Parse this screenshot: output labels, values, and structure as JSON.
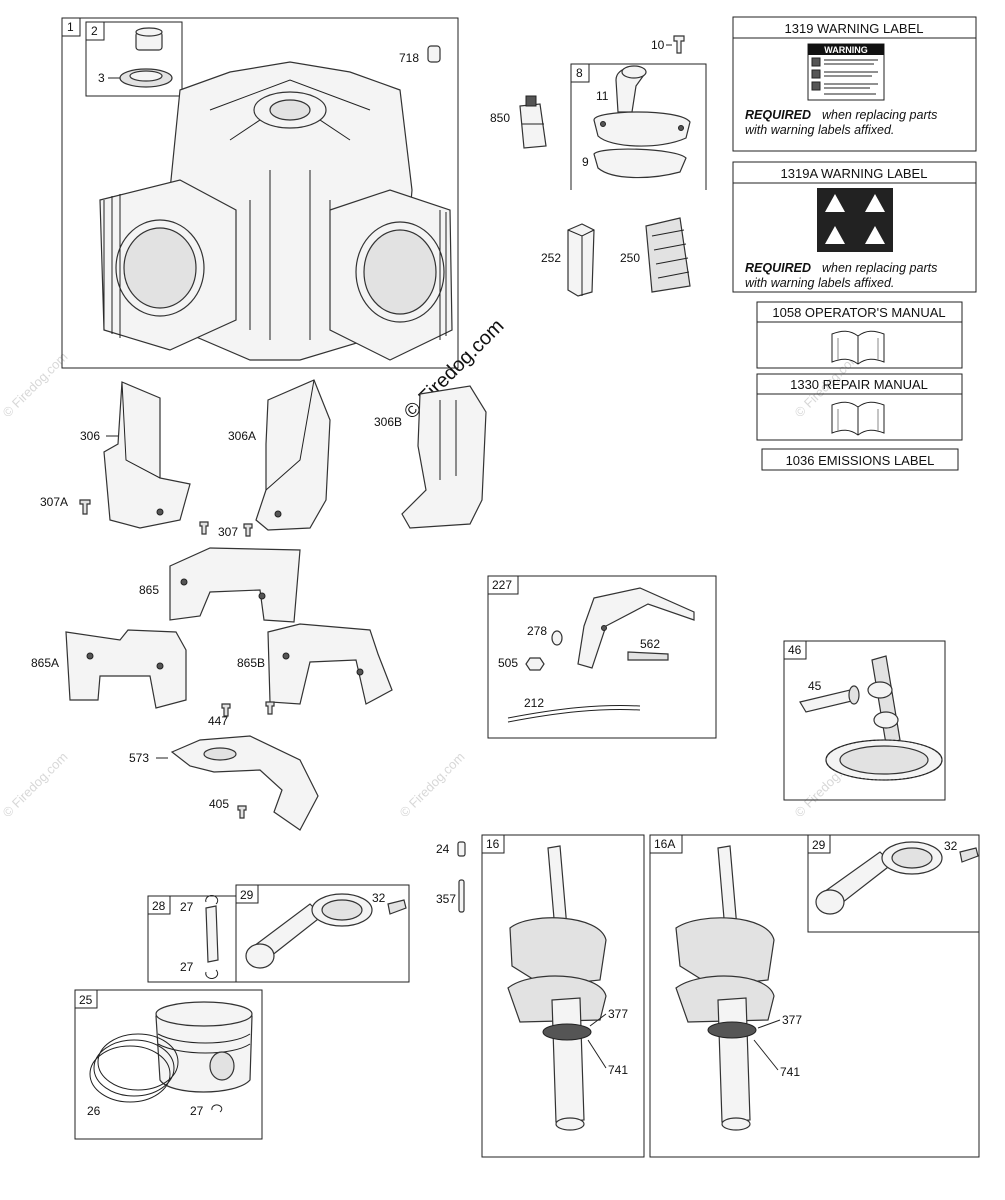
{
  "watermark": "© Firedog.com",
  "callouts": {
    "c1": "1",
    "c2": "2",
    "c3": "3",
    "c718": "718",
    "c10": "10",
    "c8": "8",
    "c11": "11",
    "c9": "9",
    "c850": "850",
    "c252": "252",
    "c250": "250",
    "c306": "306",
    "c306a": "306A",
    "c306b": "306B",
    "c307a": "307A",
    "c307": "307",
    "c865": "865",
    "c865a": "865A",
    "c865b": "865B",
    "c447": "447",
    "c573": "573",
    "c405": "405",
    "c227": "227",
    "c278": "278",
    "c562": "562",
    "c505": "505",
    "c212": "212",
    "c46": "46",
    "c45": "45",
    "c24": "24",
    "c357": "357",
    "c16": "16",
    "c16a": "16A",
    "c29a": "29",
    "c29b": "29",
    "c32a": "32",
    "c32b": "32",
    "c28": "28",
    "c27a": "27",
    "c27b": "27",
    "c27c": "27",
    "c25": "25",
    "c26": "26",
    "c377a": "377",
    "c741a": "741",
    "c377b": "377",
    "c741b": "741"
  },
  "labels": {
    "warning1": {
      "title": "1319 WARNING LABEL",
      "req_bold": "REQUIRED",
      "req_rest": " when replacing parts",
      "req_line2": "with warning labels affixed.",
      "sticker_title": "WARNING"
    },
    "warning2": {
      "title": "1319A WARNING LABEL",
      "req_bold": "REQUIRED",
      "req_rest": " when replacing parts",
      "req_line2": "with warning labels affixed."
    },
    "operators_manual": "1058 OPERATOR'S MANUAL",
    "repair_manual": "1330 REPAIR MANUAL",
    "emissions_label": "1036 EMISSIONS LABEL"
  }
}
